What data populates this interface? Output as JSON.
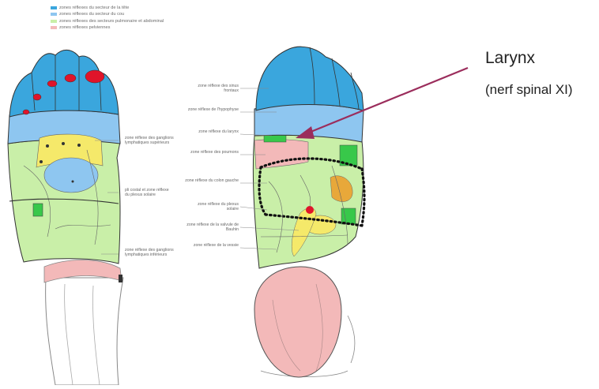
{
  "legend": [
    {
      "label": "zones réflexes du secteur de la tête",
      "color": "#3aa6dd"
    },
    {
      "label": "zones réflexes du secteur du cou",
      "color": "#8ec6f0"
    },
    {
      "label": "zones réflexes des secteurs pulmonaire et abdominal",
      "color": "#c9efa8"
    },
    {
      "label": "zones réflexes pelviennes",
      "color": "#f3b9b9"
    }
  ],
  "left_labels": [
    "zone réflexe des ganglions lymphatiques supérieurs",
    "pli costal et zone réflexe du plexus solaire",
    "zone réflexe des ganglions lymphatiques inférieurs"
  ],
  "right_labels": [
    "zone réflexe des sinus frontaux",
    "zone réflexe de l'hypophyse",
    "zone réflexe du larynx",
    "zone réflexe des poumons",
    "zone réflexe du colon gauche",
    "zone réflexe du plexus solaire",
    "zone réflexe de la valvule de Bauhin",
    "zone réflexe de la vessie"
  ],
  "callout": {
    "title": "Larynx",
    "subtitle": "(nerf spinal XI)",
    "arrow_color": "#9b2d5c"
  },
  "colors": {
    "head": "#3aa6dd",
    "neck": "#8ec6f0",
    "abdomen": "#c9efa8",
    "pelvis": "#f3b9b9",
    "toe": "#e0142a",
    "yellow": "#f5e96a",
    "green": "#38c84a",
    "orange": "#e8a83a"
  }
}
